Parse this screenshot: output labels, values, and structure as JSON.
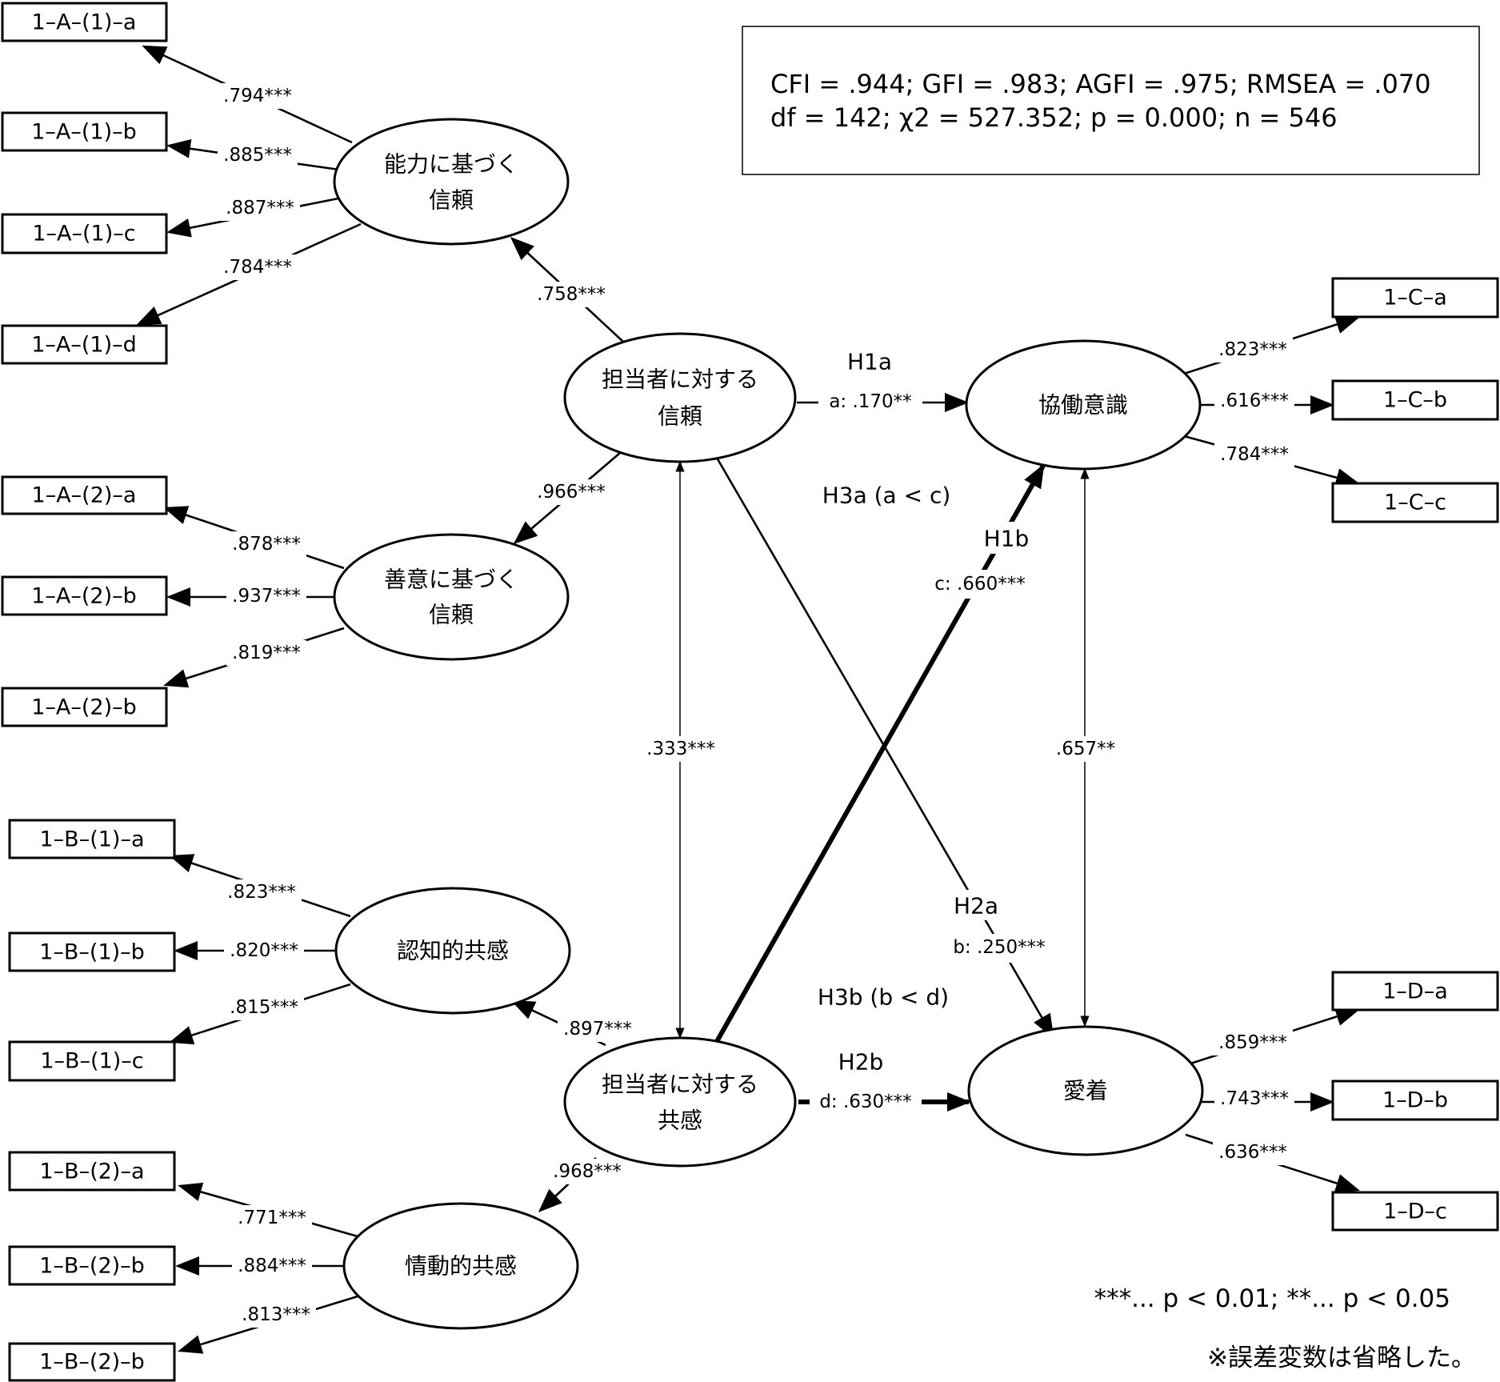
{
  "fit_indices": {
    "line1": "CFI  =  .944; GFI = .983; AGFI = .975; RMSEA = .070",
    "line2": "df = 142; χ2 = 527.352; p = 0.000; n = 546"
  },
  "latents": {
    "ability_trust": {
      "line1": "能力に基づく",
      "line2": "信頼"
    },
    "goodwill_trust": {
      "line1": "善意に基づく",
      "line2": "信頼"
    },
    "staff_trust": {
      "line1": "担当者に対する",
      "line2": "信頼"
    },
    "cognitive_empathy": {
      "line1": "認知的共感"
    },
    "staff_empathy": {
      "line1": "担当者に対する",
      "line2": "共感"
    },
    "affective_empathy": {
      "line1": "情動的共感"
    },
    "collaboration": {
      "line1": "協働意識"
    },
    "attachment": {
      "line1": "愛着"
    }
  },
  "indicators": {
    "a1": [
      "1–A–(1)–a",
      "1–A–(1)–b",
      "1–A–(1)–c",
      "1–A–(1)–d"
    ],
    "a2": [
      "1–A–(2)–a",
      "1–A–(2)–b",
      "1–A–(2)–b"
    ],
    "b1": [
      "1–B–(1)–a",
      "1–B–(1)–b",
      "1–B–(1)–c"
    ],
    "b2": [
      "1–B–(2)–a",
      "1–B–(2)–b",
      "1–B–(2)–b"
    ],
    "c": [
      "1–C–a",
      "1–C–b",
      "1–C–c"
    ],
    "d": [
      "1–D–a",
      "1–D–b",
      "1–D–c"
    ]
  },
  "loadings": {
    "a1": [
      ".794***",
      ".885***",
      ".887***",
      ".784***"
    ],
    "a2": [
      ".878***",
      ".937***",
      ".819***"
    ],
    "b1": [
      ".823***",
      ".820***",
      ".815***"
    ],
    "b2": [
      ".771***",
      ".884***",
      ".813***"
    ],
    "c": [
      ".823***",
      ".616***",
      ".784***"
    ],
    "d": [
      ".859***",
      ".743***",
      ".636***"
    ]
  },
  "second_order": {
    "trust_to_ability": ".758***",
    "trust_to_goodwill": ".966***",
    "empathy_to_cognitive": ".897***",
    "empathy_to_affective": ".968***"
  },
  "paths": {
    "h1a": {
      "label": "H1a",
      "coef": "a: .170**"
    },
    "h1b": {
      "label": "H1b",
      "coef": "c: .660***"
    },
    "h2a": {
      "label": "H2a",
      "coef": "b: .250***"
    },
    "h2b": {
      "label": "H2b",
      "coef": "d: .630***"
    },
    "h3a": "H3a (a < c)",
    "h3b": "H3b (b < d)",
    "cov_trust_empathy": ".333***",
    "cov_collab_attach": ".657**"
  },
  "notes": {
    "significance": "***... p < 0.01; **... p < 0.05",
    "omitted": "※誤差変数は省略した。"
  }
}
